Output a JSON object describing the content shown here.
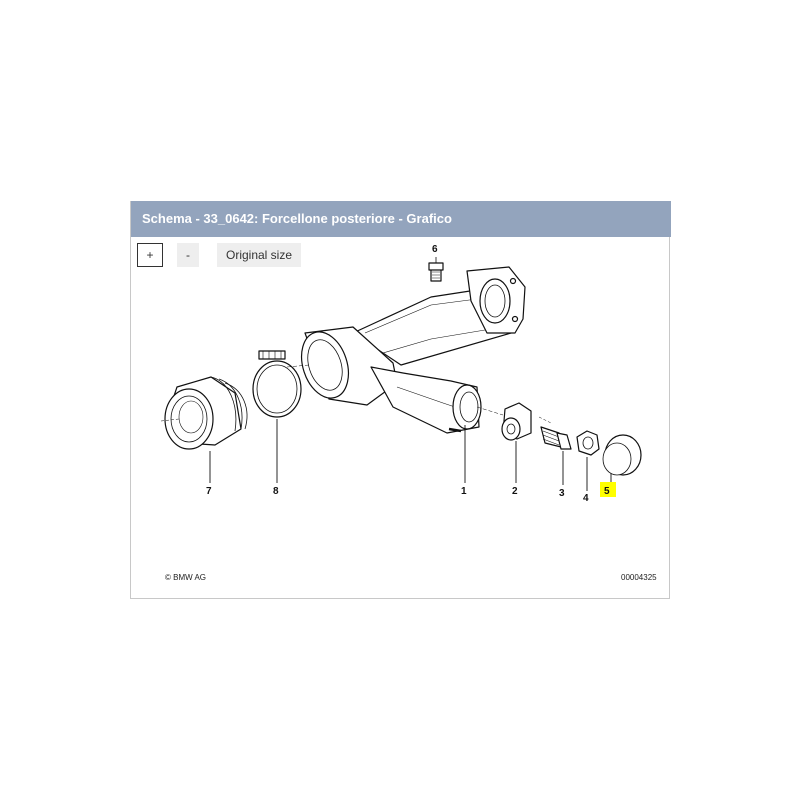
{
  "header": {
    "title": "Schema - 33_0642: Forcellone posteriore - Grafico"
  },
  "toolbar": {
    "zoom_in_label": "+",
    "zoom_out_label": "-",
    "original_size_label": "Original size"
  },
  "diagram": {
    "callouts": {
      "part_1": "1",
      "part_2": "2",
      "part_3": "3",
      "part_4": "4",
      "part_5": "5",
      "part_6": "6",
      "part_7": "7",
      "part_8": "8"
    },
    "highlighted_callout": "5",
    "highlight_color": "#ffff00",
    "copyright": "© BMW AG",
    "image_id": "00004325"
  }
}
